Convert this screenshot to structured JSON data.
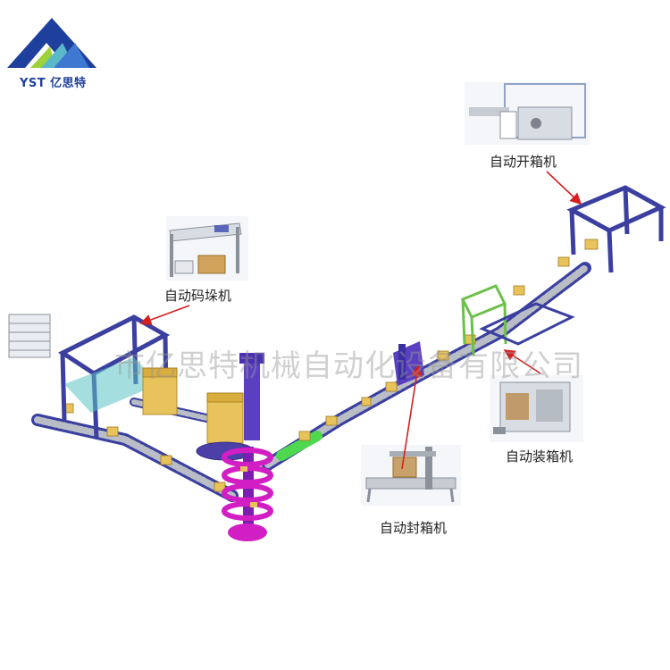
{
  "logo": {
    "brand": "YST 亿思特",
    "colors": {
      "navy": "#1f3f9c",
      "blue": "#3f78d1",
      "green": "#9ed23a",
      "teal": "#5bb8c9"
    }
  },
  "watermark": "市亿思特机械自动化设备有限公司",
  "stations": [
    {
      "id": "case-erector",
      "label": "自动开箱机"
    },
    {
      "id": "palletizer",
      "label": "自动码垛机"
    },
    {
      "id": "case-packer",
      "label": "自动装箱机"
    },
    {
      "id": "case-sealer",
      "label": "自动封箱机"
    }
  ],
  "colors": {
    "frame": "#3a3fa0",
    "roller": "#9aa0a8",
    "box": "#e8c25a",
    "spiral": "#d21fc4",
    "accent_green": "#6cc04a",
    "arrow": "#d42020",
    "conveyor_green": "#4fd84f"
  }
}
